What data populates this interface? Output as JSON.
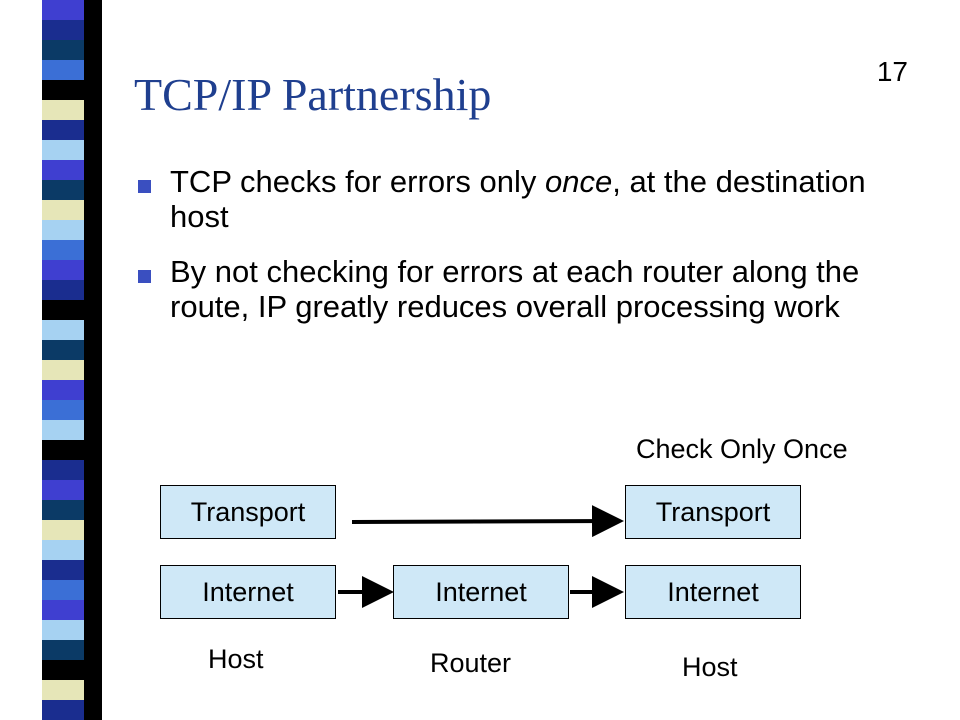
{
  "slide": {
    "number": "17",
    "title": "TCP/IP Partnership",
    "bullets": [
      {
        "parts": [
          {
            "text": "TCP checks for errors only ",
            "italic": false
          },
          {
            "text": "once",
            "italic": true
          },
          {
            "text": ", at the destination host",
            "italic": false
          }
        ]
      },
      {
        "parts": [
          {
            "text": "By not checking for errors at each router along the route, IP greatly reduces overall processing work",
            "italic": false
          }
        ]
      }
    ]
  },
  "diagram": {
    "check_label": "Check Only Once",
    "transport_left": "Transport",
    "transport_right": "Transport",
    "internet_host_left": "Internet",
    "internet_router": "Internet",
    "internet_host_right": "Internet",
    "host_left_label": "Host",
    "router_label": "Router",
    "host_right_label": "Host"
  },
  "colors": {
    "title": "#1f3f8f",
    "layer_fill": "#cfe8f7",
    "bullet": "#3a4fc0",
    "strip": [
      "#1a2d8f",
      "#0b3a66",
      "#3b6fd6",
      "#e6e6b8",
      "#000000",
      "#a6d2f2",
      "#3f3fd0"
    ]
  }
}
